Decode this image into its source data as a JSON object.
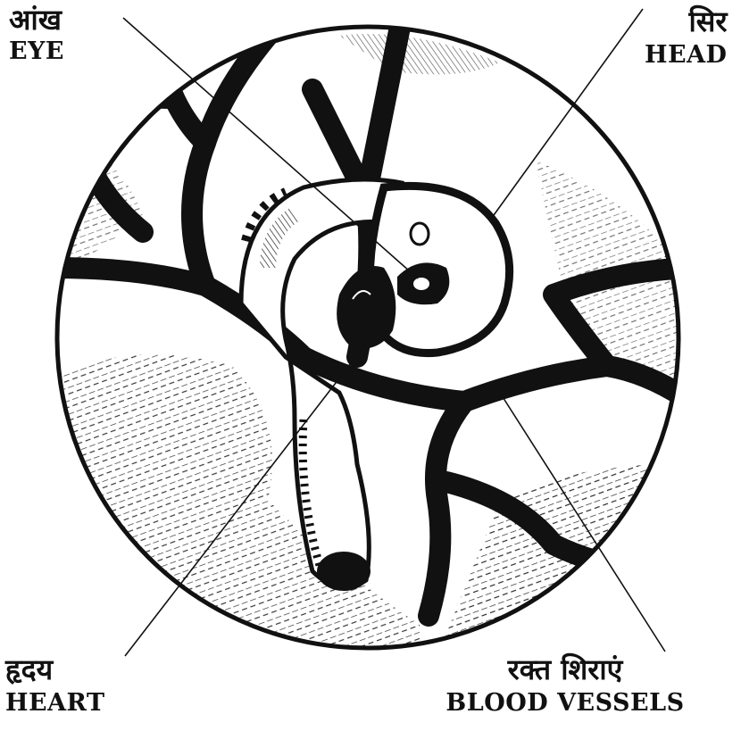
{
  "labels": {
    "eye": {
      "hindi": "आंख",
      "english": "EYE"
    },
    "head": {
      "hindi": "सिर",
      "english": "HEAD"
    },
    "heart": {
      "hindi": "हृदय",
      "english": "HEART"
    },
    "blood_vessels": {
      "hindi": "रक्त शिराएं",
      "english": "BLOOD VESSELS"
    }
  },
  "colors": {
    "ink": "#111111",
    "paper": "#ffffff"
  }
}
